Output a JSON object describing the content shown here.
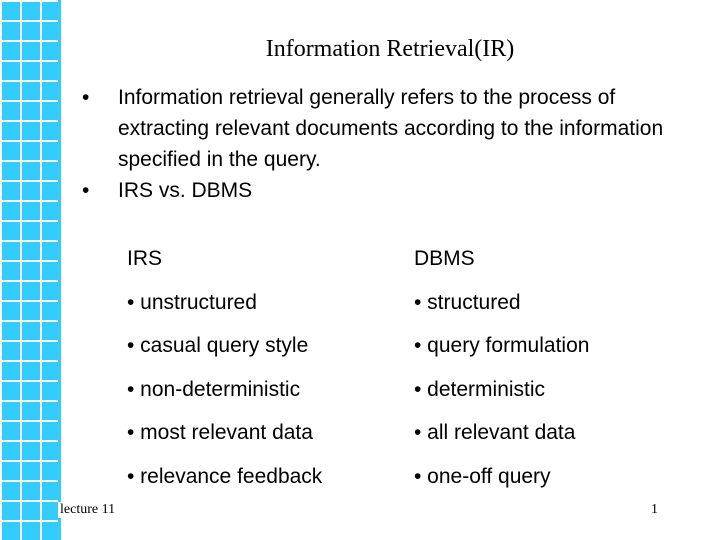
{
  "slide": {
    "title": "Information Retrieval(IR)",
    "bullets": [
      "Information retrieval generally refers to the process of extracting relevant documents according to the information specified in the query.",
      "IRS vs. DBMS"
    ],
    "bullet_glyph": "•",
    "comparison": {
      "left": [
        "IRS",
        "• unstructured",
        "• casual query style",
        "• non-deterministic",
        "• most relevant data",
        "• relevance feedback"
      ],
      "right": [
        "DBMS",
        "• structured",
        "• query formulation",
        "• deterministic",
        "• all relevant data",
        "• one-off query"
      ]
    },
    "footer": {
      "left": "lecture 11",
      "page_number": "1"
    },
    "colors": {
      "grid": "#33ccff",
      "background": "#ffffff"
    }
  }
}
